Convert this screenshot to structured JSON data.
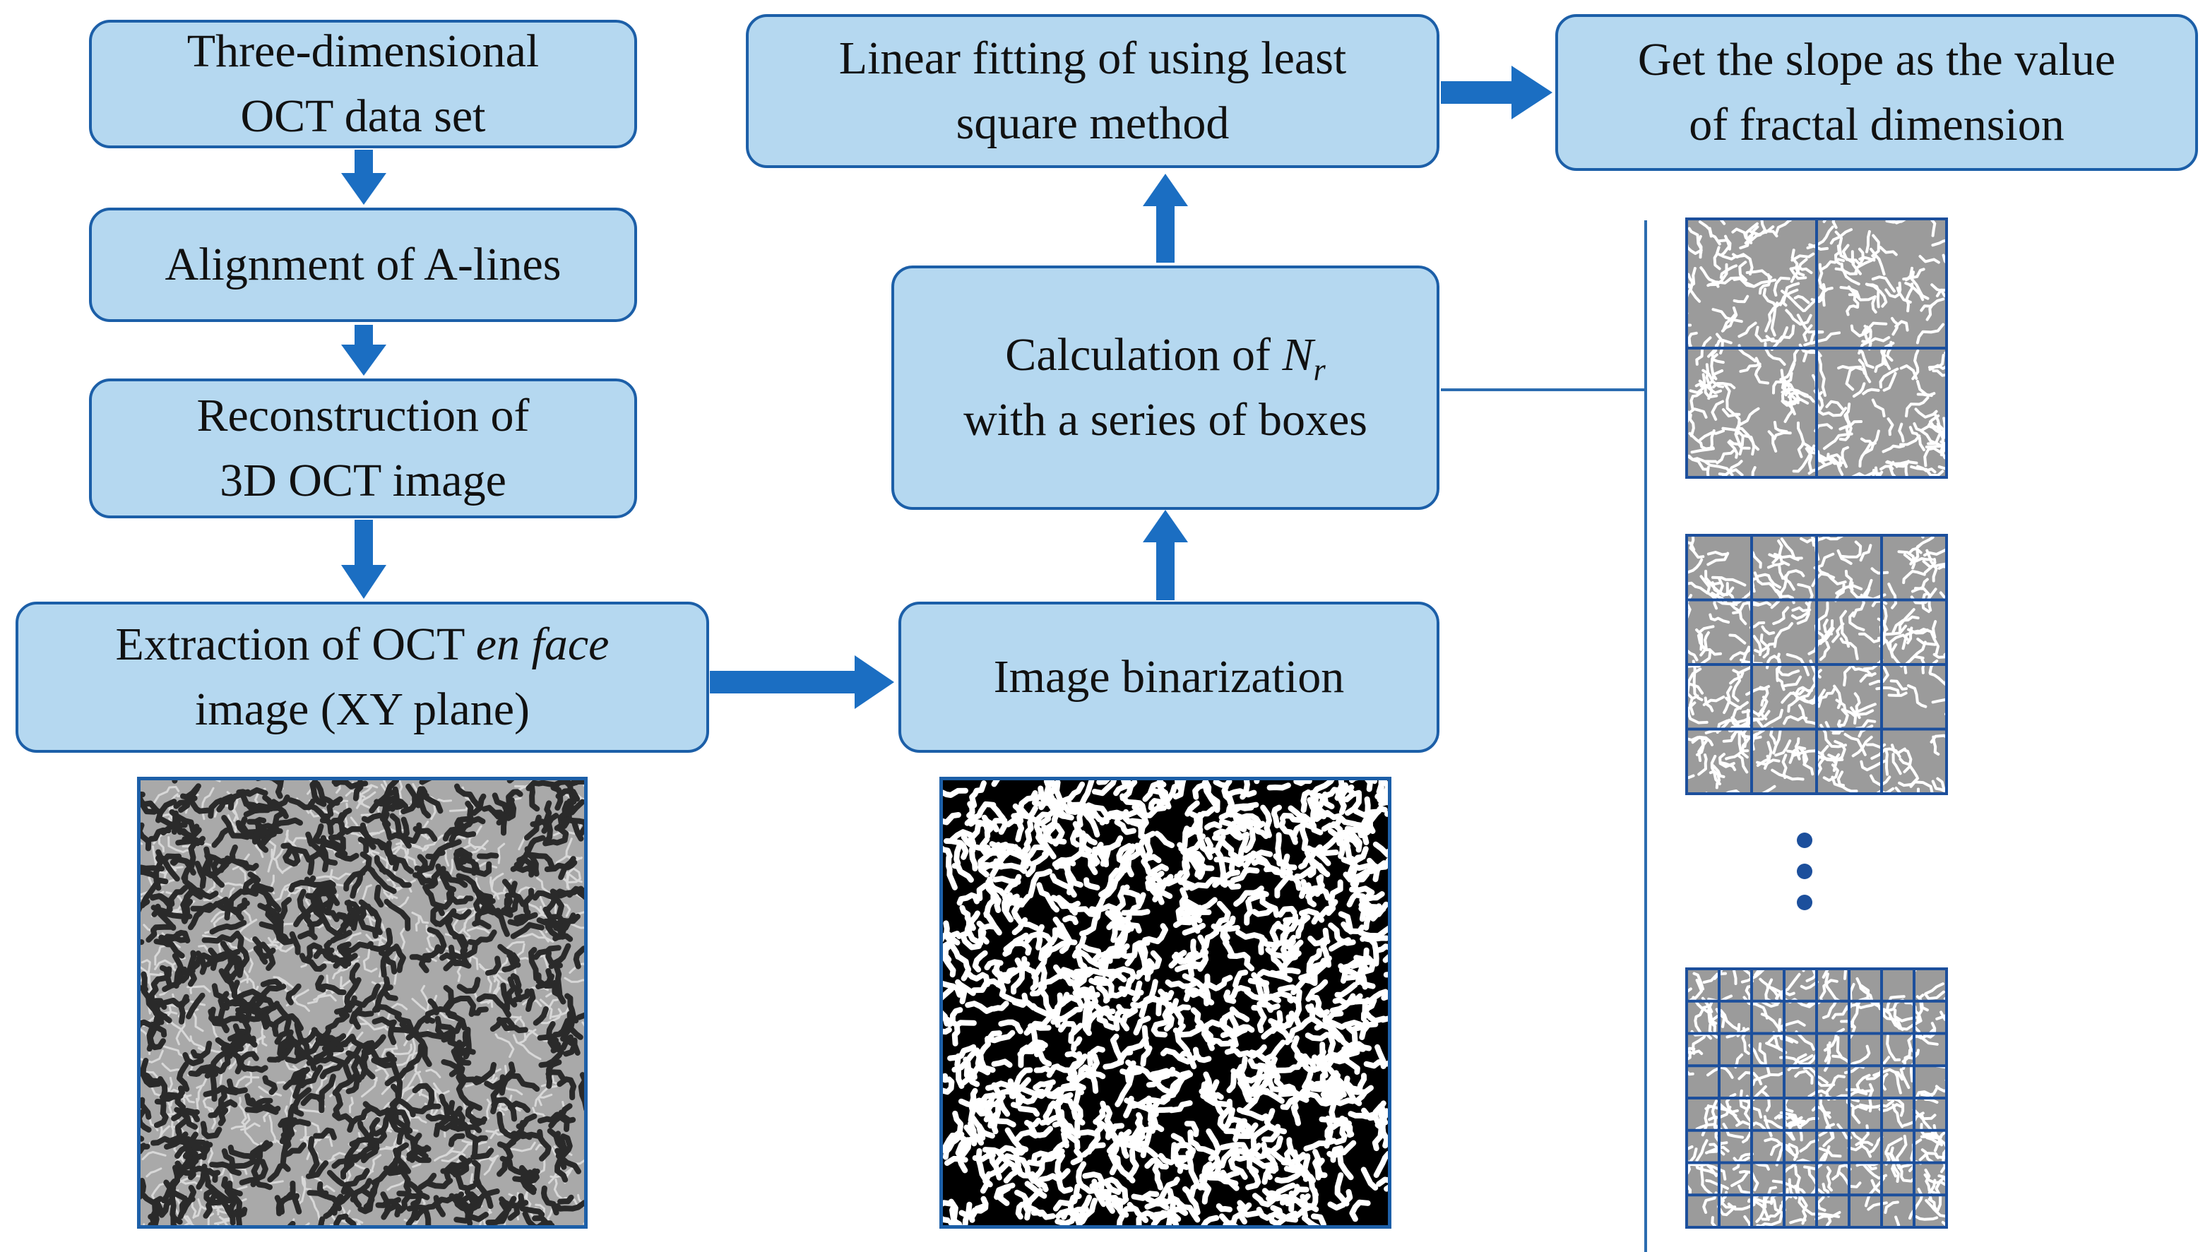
{
  "steps": {
    "dataset": {
      "line1": "Three-dimensional",
      "line2": "OCT data set"
    },
    "alignment": {
      "line1": "Alignment of A-lines"
    },
    "reconstruction": {
      "line1": "Reconstruction of",
      "line2": "3D OCT image"
    },
    "extraction": {
      "line1_prefix": "Extraction of OCT ",
      "line1_italic": "en face",
      "line2": "image (XY plane)"
    },
    "binarization": {
      "line1": "Image binarization"
    },
    "calculation": {
      "line1_prefix": "Calculation of ",
      "symbol_main": "N",
      "symbol_sub": "r",
      "line2": "with a series of boxes"
    },
    "fitting": {
      "line1": "Linear fitting of using least",
      "line2": "square method"
    },
    "slope": {
      "line1": "Get the slope as the value",
      "line2": "of  fractal dimension"
    }
  },
  "box_grids": [
    {
      "divisions": 2
    },
    {
      "divisions": 4
    },
    {
      "divisions": 8
    }
  ],
  "colors": {
    "box_fill": "#b5d8f0",
    "box_border": "#1c5fa8",
    "arrow": "#1b6ec2",
    "grid_line": "#1c4f9c",
    "grid_fill": "#9b9b9b",
    "connector": "#2b6cb0"
  }
}
